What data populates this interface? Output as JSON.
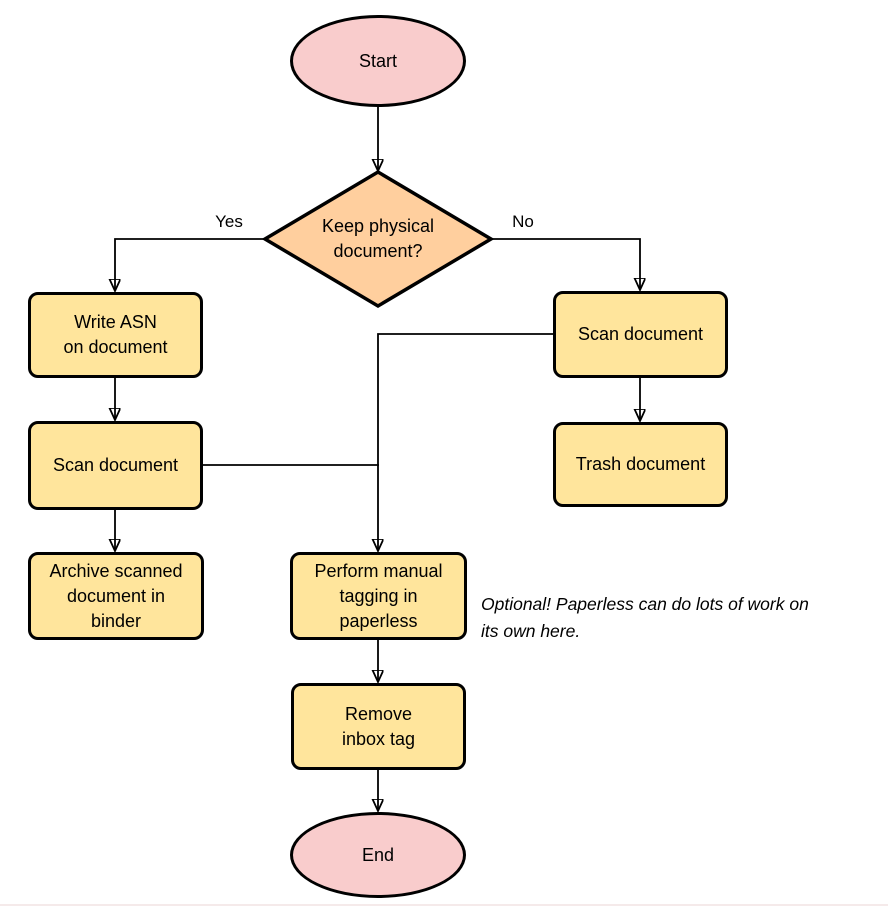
{
  "colors": {
    "background": "#ffffff",
    "stroke": "#000000",
    "terminal_fill": "#f9cccc",
    "decision_fill": "#ffcf9e",
    "process_fill": "#ffe59c",
    "bottom_line": "#f5eaea"
  },
  "nodes": {
    "start": {
      "type": "terminal",
      "label": "Start"
    },
    "decision": {
      "type": "decision",
      "label": "Keep physical\ndocument?"
    },
    "write_asn": {
      "type": "process",
      "label": "Write ASN\non document"
    },
    "scan_left": {
      "type": "process",
      "label": "Scan document"
    },
    "archive": {
      "type": "process",
      "label": "Archive scanned\ndocument in\nbinder"
    },
    "scan_right": {
      "type": "process",
      "label": "Scan document"
    },
    "trash": {
      "type": "process",
      "label": "Trash document"
    },
    "tagging": {
      "type": "process",
      "label": "Perform manual\ntagging in\npaperless"
    },
    "remove_tag": {
      "type": "process",
      "label": "Remove\ninbox tag"
    },
    "end": {
      "type": "terminal",
      "label": "End"
    }
  },
  "edge_labels": {
    "yes": "Yes",
    "no": "No"
  },
  "annotation": "Optional! Paperless can do lots of work on\nits own here."
}
